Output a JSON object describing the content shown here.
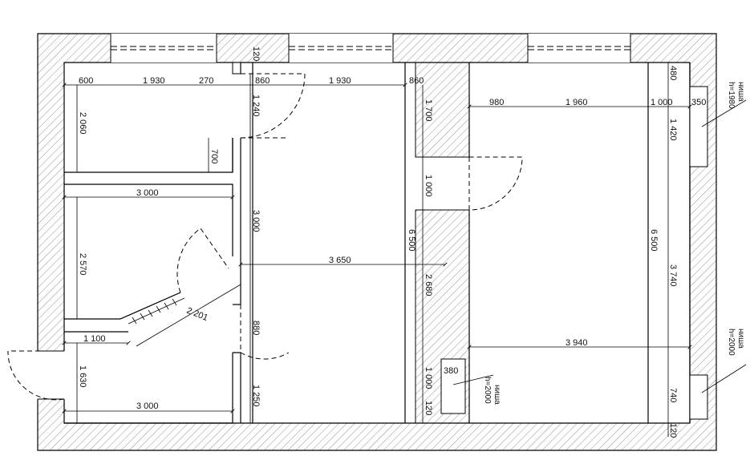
{
  "dimensions": {
    "d600": "600",
    "d1930a": "1 930",
    "d270": "270",
    "d860a": "860",
    "d1930b": "1 930",
    "d860b": "860",
    "d2060": "2 060",
    "d1240": "1 240",
    "d700": "700",
    "d3000a": "3 000",
    "d3000v": "3 000",
    "d2570": "2 570",
    "d3650": "3 650",
    "d2201": "2 201",
    "d1100": "1 100",
    "d880": "880",
    "d1630": "1 630",
    "d3000b": "3 000",
    "d1250": "1 250",
    "d120a": "120",
    "d1700": "1 700",
    "d1000a": "1 000",
    "d6500a": "6 500",
    "d2680": "2 680",
    "d1000b": "1 000",
    "d120b": "120",
    "d380": "380",
    "d980": "980",
    "d1960": "1 960",
    "d1000c": "1 000",
    "d350": "350",
    "d480": "480",
    "d1420": "1 420",
    "d6500b": "6 500",
    "d3740": "3 740",
    "d3940": "3 940",
    "d740": "740",
    "d120c": "120"
  },
  "niches": {
    "top_right": {
      "name": "ниша",
      "height": "h=1980"
    },
    "mid_right": {
      "name": "ниша",
      "height": "h=2000"
    },
    "center": {
      "name": "ниша",
      "height": "h=2000"
    }
  }
}
